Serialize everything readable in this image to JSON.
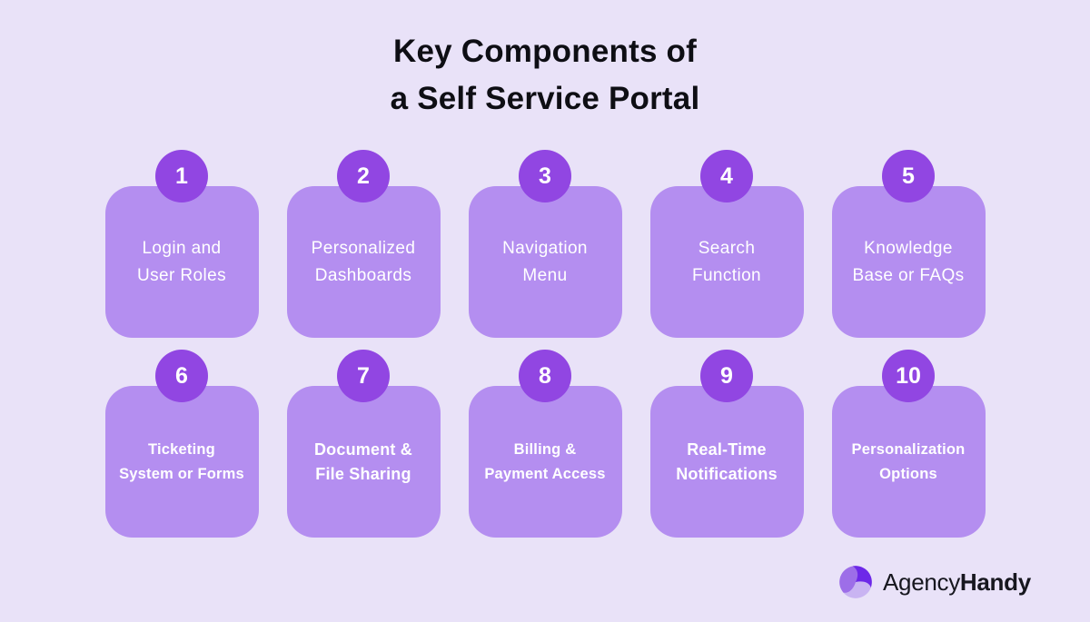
{
  "title": {
    "line1": "Key Components of",
    "line2": "a Self Service Portal"
  },
  "rows": [
    {
      "cards": [
        {
          "number": "1",
          "line1": "Login and",
          "line2": "User Roles"
        },
        {
          "number": "2",
          "line1": "Personalized",
          "line2": "Dashboards"
        },
        {
          "number": "3",
          "line1": "Navigation",
          "line2": "Menu"
        },
        {
          "number": "4",
          "line1": "Search",
          "line2": "Function"
        },
        {
          "number": "5",
          "line1": "Knowledge",
          "line2": "Base or FAQs"
        }
      ]
    },
    {
      "cards": [
        {
          "number": "6",
          "line1": "Ticketing",
          "line2": "System or Forms"
        },
        {
          "number": "7",
          "line1": "Document &",
          "line2": "File Sharing"
        },
        {
          "number": "8",
          "line1": "Billing &",
          "line2": "Payment Access"
        },
        {
          "number": "9",
          "line1": "Real-Time",
          "line2": "Notifications"
        },
        {
          "number": "10",
          "line1": "Personalization",
          "line2": "Options"
        }
      ]
    }
  ],
  "logo": {
    "name_regular": "Agency",
    "name_bold": "Handy",
    "icon": "agency-handy-swirl-icon"
  },
  "colors": {
    "background": "#e9e2f8",
    "card_fill": "#b48ef0",
    "number_circle": "#9146e2",
    "card_text": "#ffffff",
    "title_text": "#0e0e14",
    "logo_text": "#17171f",
    "logo_petal_dark": "#6d28e8",
    "logo_petal_medium": "#9d6ee8",
    "logo_petal_light": "#c9b4f2"
  }
}
